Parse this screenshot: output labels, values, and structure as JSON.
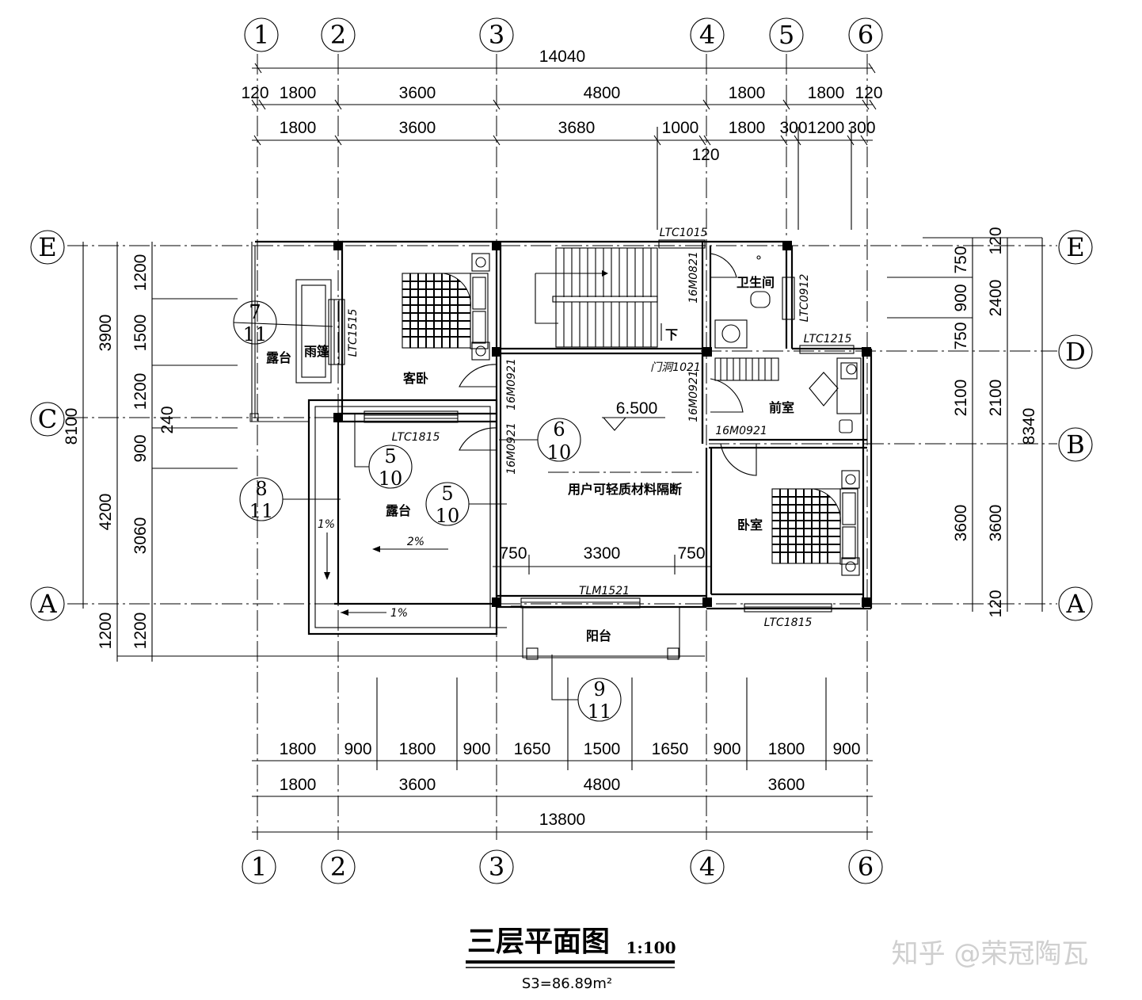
{
  "drawing": {
    "title": "三层平面图",
    "scale": "1:100",
    "area": "S3=86.89m²",
    "watermark": "知乎 @荣冠陶瓦",
    "elevation": "6.500"
  },
  "axes": {
    "top": [
      "1",
      "2",
      "3",
      "4",
      "5",
      "6"
    ],
    "bottom": [
      "1",
      "2",
      "3",
      "4",
      "6"
    ],
    "left": [
      "E",
      "C",
      "A"
    ],
    "right": [
      "E",
      "D",
      "B",
      "A"
    ]
  },
  "dimensions": {
    "top_total": "14040",
    "top_row1": [
      "120",
      "1800",
      "3600",
      "4800",
      "1800",
      "1800",
      "120"
    ],
    "top_row2": [
      "1800",
      "3600",
      "3680",
      "1000",
      "1800",
      "300",
      "1200",
      "300"
    ],
    "top_extra": "120",
    "bottom_row1": [
      "1800",
      "900",
      "1800",
      "900",
      "1650",
      "1500",
      "1650",
      "900",
      "1800",
      "900"
    ],
    "bottom_row2": [
      "1800",
      "3600",
      "4800",
      "3600"
    ],
    "bottom_total": "13800",
    "left_outer": [
      "3900",
      "8100",
      "4200",
      "1200"
    ],
    "left_inner": [
      "1200",
      "1500",
      "1200",
      "900",
      "240",
      "3060",
      "1200"
    ],
    "right_inner": [
      "750",
      "900",
      "750",
      "2100",
      "3600"
    ],
    "right_mid": [
      "120",
      "2400",
      "2100",
      "3600",
      "120"
    ],
    "right_outer": "8340",
    "inner_opening": [
      "750",
      "3300",
      "750"
    ]
  },
  "rooms": {
    "guest_bedroom": "客卧",
    "terrace_left": "露台",
    "canopy": "雨篷",
    "terrace_main": "露台",
    "balcony": "阳台",
    "bathroom": "卫生间",
    "anteroom": "前室",
    "bedroom": "卧室",
    "stair_down": "下",
    "partition_note": "用户可轻质材料隔断",
    "door_opening": "门洞1021"
  },
  "codes": {
    "ltc1015": "LTC1015",
    "ltc1515": "LTC1515",
    "ltc1815_a": "LTC1815",
    "ltc1815_b": "LTC1815",
    "ltc0912": "LTC0912",
    "ltc1215": "LTC1215",
    "tlm1521": "TLM1521",
    "m0821": "16M0821",
    "m0921_a": "16M0921",
    "m0921_b": "16M0921",
    "m0921_c": "16M0921",
    "m0921_d": "16M0921"
  },
  "slopes": {
    "s2": "2%",
    "s1a": "1%",
    "s1b": "1%"
  },
  "detail_refs": [
    {
      "num": "7",
      "sheet": "11"
    },
    {
      "num": "6",
      "sheet": "10"
    },
    {
      "num": "5",
      "sheet": "10"
    },
    {
      "num": "5",
      "sheet": "10"
    },
    {
      "num": "8",
      "sheet": "11"
    },
    {
      "num": "9",
      "sheet": "11"
    }
  ]
}
